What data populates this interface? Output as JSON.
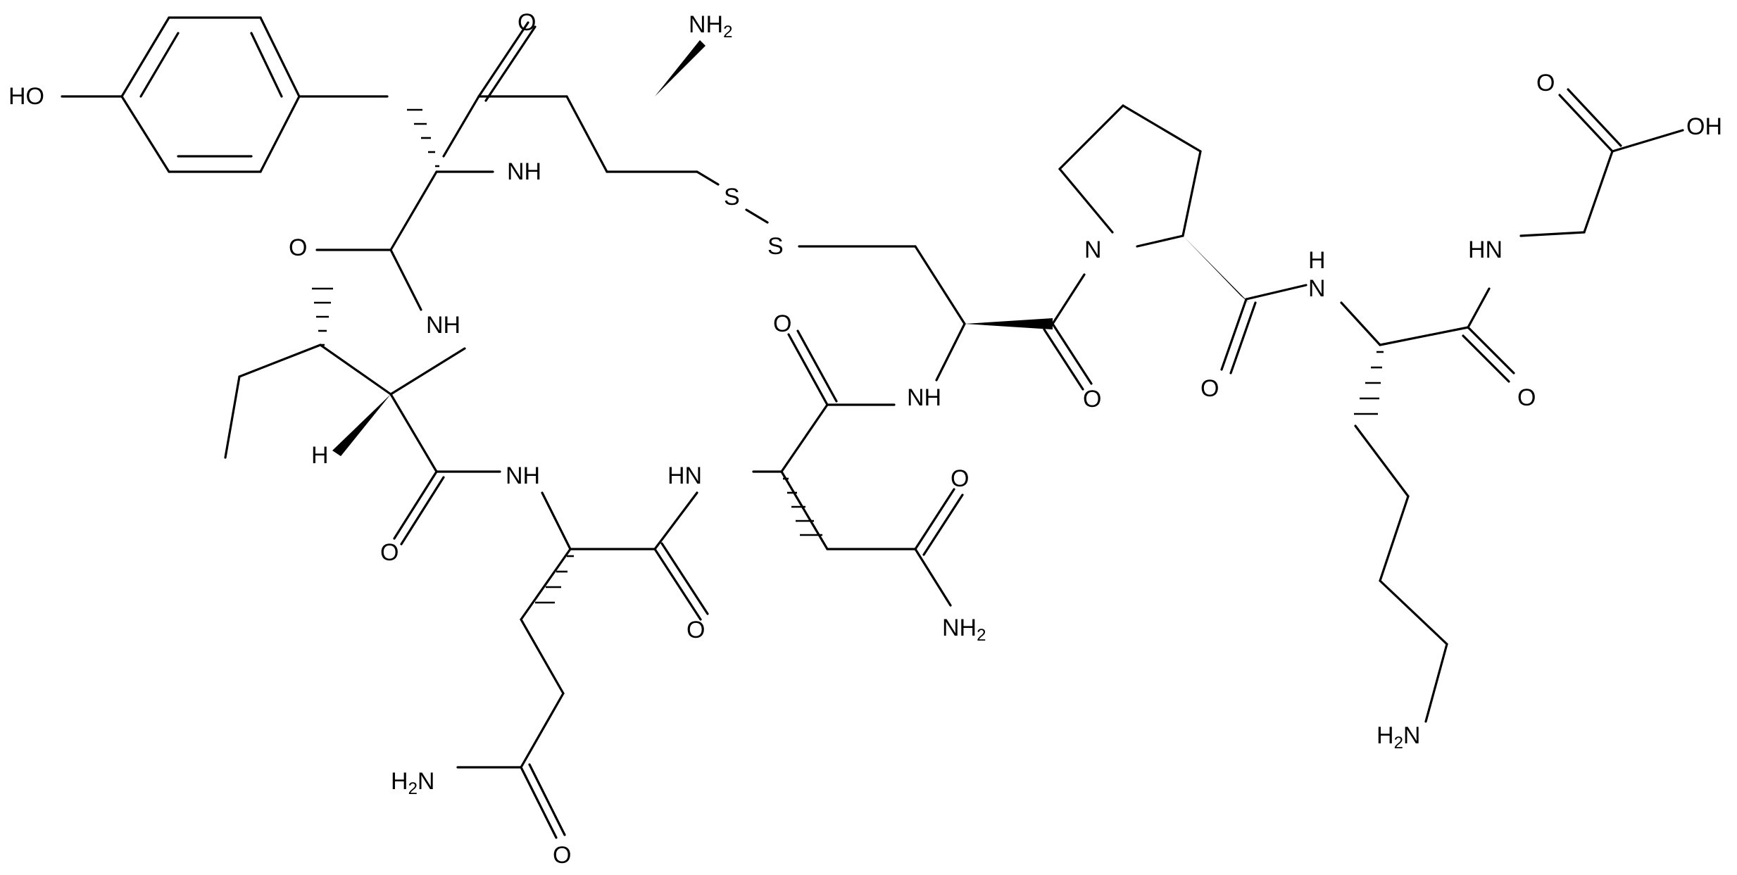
{
  "colors": {
    "bond": "#000000",
    "label": "#000000",
    "background": "#ffffff"
  },
  "atoms": [
    {
      "id": "ho_tyr",
      "text": "HO"
    },
    {
      "id": "nh2_top",
      "text": "NH",
      "sub": "2"
    },
    {
      "id": "o_cys1",
      "text": "O"
    },
    {
      "id": "nh_tyr",
      "text": "NH"
    },
    {
      "id": "o_tyr",
      "text": "O"
    },
    {
      "id": "s1",
      "text": "S"
    },
    {
      "id": "s2",
      "text": "S"
    },
    {
      "id": "nh_ile",
      "text": "NH"
    },
    {
      "id": "h_ile",
      "text": "H"
    },
    {
      "id": "o_ile",
      "text": "O"
    },
    {
      "id": "nh_gln",
      "text": "NH"
    },
    {
      "id": "hn_asn",
      "text": "HN"
    },
    {
      "id": "o_gln",
      "text": "O"
    },
    {
      "id": "h2n_gln",
      "text": "H",
      "sub": "2",
      "tail": "N"
    },
    {
      "id": "o_gln_side",
      "text": "O"
    },
    {
      "id": "o_asn_side",
      "text": "O"
    },
    {
      "id": "nh2_asn",
      "text": "NH",
      "sub": "2"
    },
    {
      "id": "o_asn",
      "text": "O"
    },
    {
      "id": "nh_cys6",
      "text": "NH"
    },
    {
      "id": "o_cys6",
      "text": "O"
    },
    {
      "id": "n_pro",
      "text": "N"
    },
    {
      "id": "o_pro",
      "text": "O"
    },
    {
      "id": "nh_lys",
      "text": "N"
    },
    {
      "id": "h_lys",
      "text": "H"
    },
    {
      "id": "o_lys",
      "text": "O"
    },
    {
      "id": "h2n_lys",
      "text": "H",
      "sub": "2",
      "tail": "N"
    },
    {
      "id": "hn_gly",
      "text": "HN"
    },
    {
      "id": "o_gly",
      "text": "O"
    },
    {
      "id": "oh_gly",
      "text": "OH"
    }
  ]
}
